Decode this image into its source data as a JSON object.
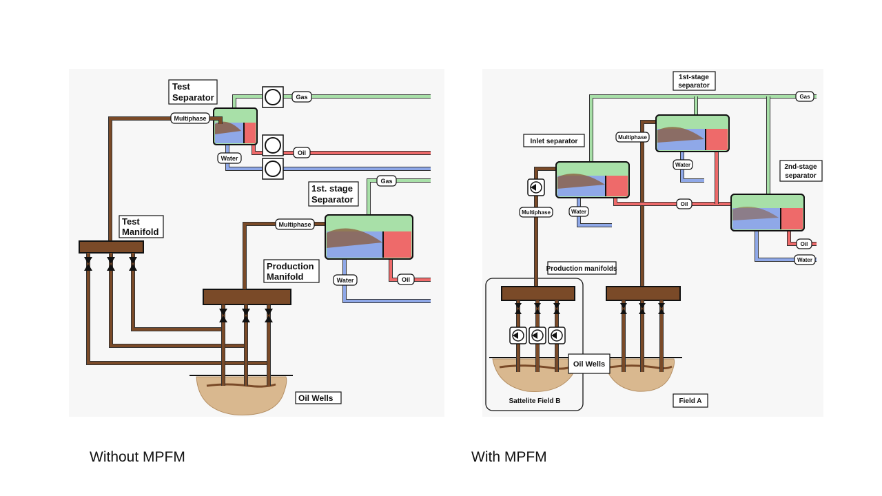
{
  "colors": {
    "pipe_brown": "#7a4a28",
    "gas_green": "#a8e0a8",
    "oil_red": "#ee6a6a",
    "water_blue": "#8fa8e8",
    "manifold": "#7a4a28",
    "ground": "#d8b890"
  },
  "left_diagram": {
    "test_separator": "Test\nSeparator",
    "test_separator_l1": "Test",
    "test_separator_l2": "Separator",
    "multiphase_top": "Multiphase",
    "gas_top": "Gas",
    "oil_top": "Oil",
    "water_top": "Water",
    "gas_mid": "Gas",
    "first_stage_l1": "1st. stage",
    "first_stage_l2": "Separator",
    "test_manifold_l1": "Test",
    "test_manifold_l2": "Manifold",
    "multiphase_mid": "Multiphase",
    "production_manifold_l1": "Production",
    "production_manifold_l2": "Manifold",
    "water_mid": "Water",
    "oil_mid": "Oil",
    "oil_wells": "Oil Wells"
  },
  "right_diagram": {
    "first_stage_l1": "1st-stage",
    "first_stage_l2": "separator",
    "gas": "Gas",
    "inlet_separator": "Inlet separator",
    "multiphase_top": "Multiphase",
    "water_inlet": "Water",
    "water_first": "Water",
    "second_stage_l1": "2nd-stage",
    "second_stage_l2": "separator",
    "oil_mid": "Oil",
    "multiphase_left": "Multiphase",
    "oil_right": "Oil",
    "water_right": "Water",
    "production_manifolds": "Production manifolds",
    "oil_wells": "Oil Wells",
    "satellite_field": "Sattelite Field B",
    "field_a": "Field A"
  },
  "captions": {
    "left": "Without MPFM",
    "right": "With MPFM"
  }
}
